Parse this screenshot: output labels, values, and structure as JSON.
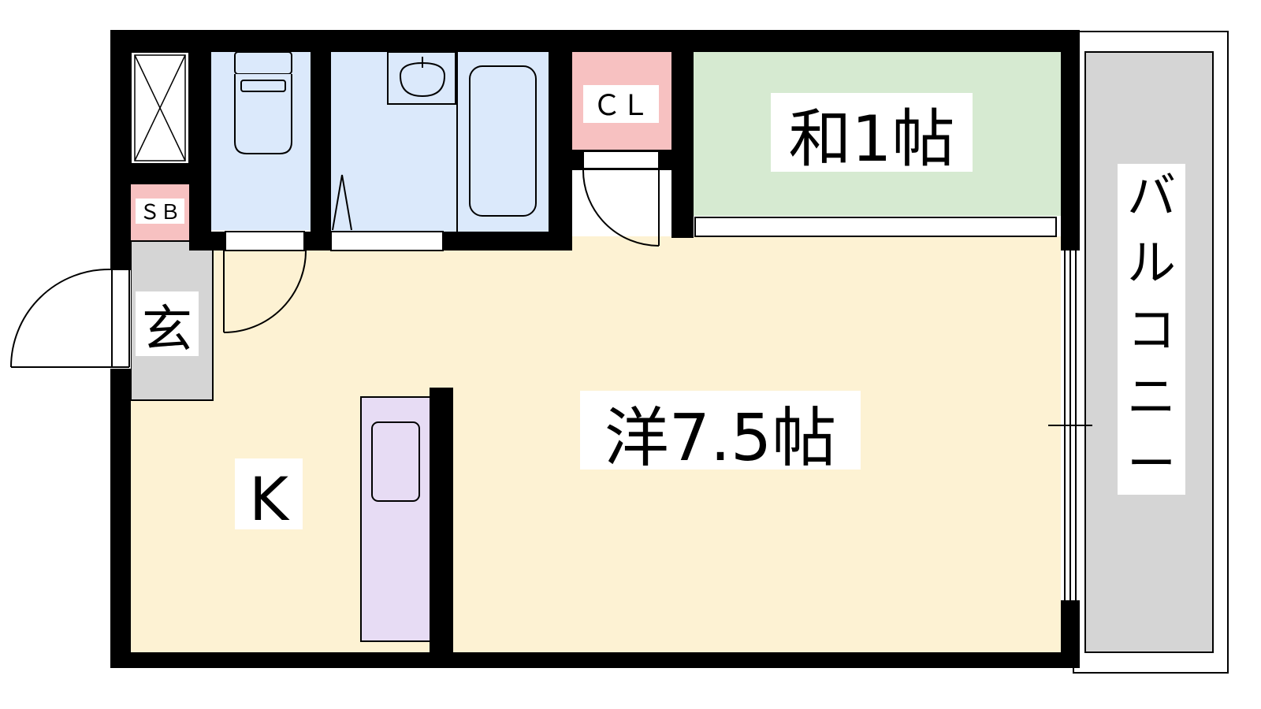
{
  "floor_plan": {
    "rooms": {
      "western": "洋7.5帖",
      "japanese": "和1帖",
      "kitchen": "K",
      "entrance": "玄",
      "closet": "ＣＬ",
      "shoe_box": "ＳＢ",
      "balcony": [
        "バ",
        "ル",
        "コ",
        "ニ",
        "ー"
      ]
    },
    "colors": {
      "wall": "#000000",
      "western_floor": "#fdf2d3",
      "japanese_floor": "#d6ead1",
      "wet_area": "#dbe9fb",
      "closet": "#f7c1c1",
      "entrance_floor": "#d5d5d5",
      "balcony_floor": "#d5d5d5",
      "kitchen_counter": "#e7dcf4"
    }
  }
}
